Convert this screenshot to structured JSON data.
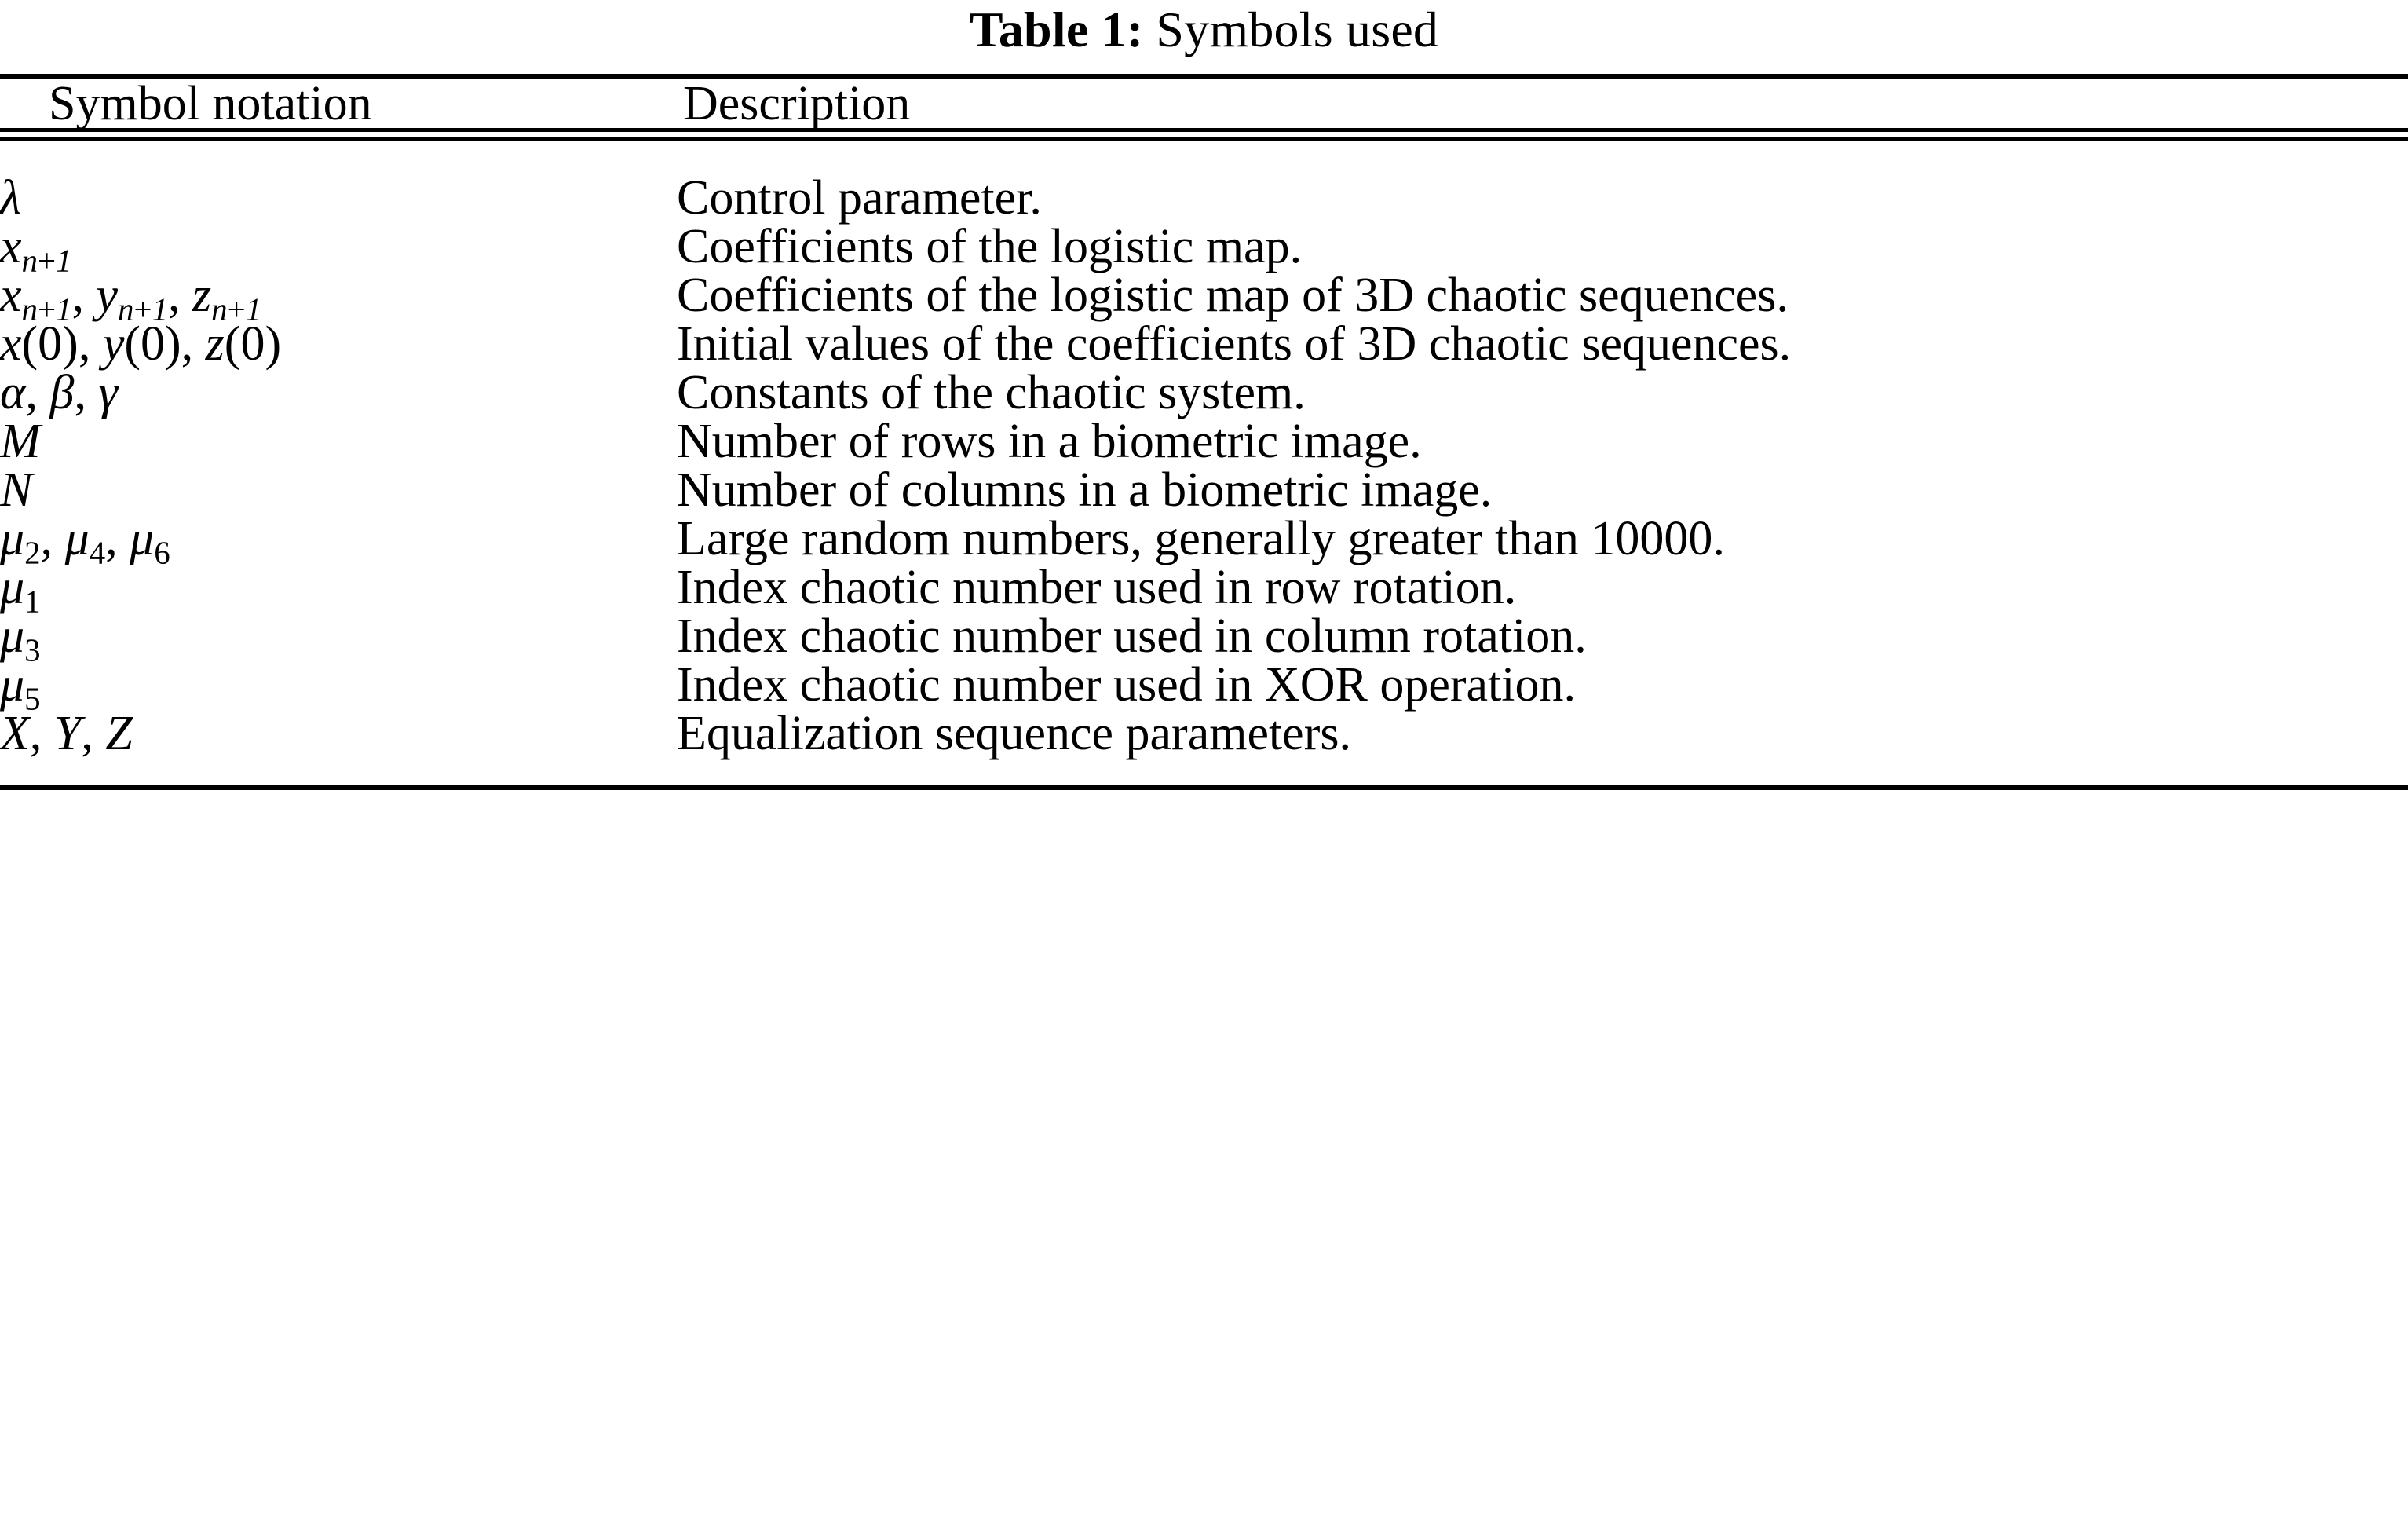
{
  "caption": {
    "label": "Table 1:",
    "text": "Symbols used"
  },
  "columns": {
    "symbol": "Symbol notation",
    "description": "Description"
  },
  "rows": [
    {
      "symbol": "λ",
      "symbol_plain": "λ",
      "description": "Control parameter."
    },
    {
      "symbol": "x_{n+1}",
      "symbol_plain": "xₙ₊₁",
      "description": "Coefficients of the logistic map."
    },
    {
      "symbol": "x_{n+1}, y_{n+1}, z_{n+1}",
      "symbol_plain": "xₙ₊₁, yₙ₊₁, zₙ₊₁",
      "description": "Coefficients of the logistic map of 3D chaotic sequences."
    },
    {
      "symbol": "x(0), y(0), z(0)",
      "symbol_plain": "x(0), y(0), z(0)",
      "description": "Initial values of the coefficients of 3D chaotic sequences."
    },
    {
      "symbol": "α, β, γ",
      "symbol_plain": "α, β, γ",
      "description": "Constants of the chaotic system."
    },
    {
      "symbol": "M",
      "symbol_plain": "M",
      "description": "Number of rows in a biometric image."
    },
    {
      "symbol": "N",
      "symbol_plain": "N",
      "description": "Number of columns in a biometric image."
    },
    {
      "symbol": "μ_2, μ_4, μ_6",
      "symbol_plain": "μ₂, μ₄, μ₆",
      "description": "Large random numbers, generally greater than 10000."
    },
    {
      "symbol": "μ_1",
      "symbol_plain": "μ₁",
      "description": "Index chaotic number used in row rotation."
    },
    {
      "symbol": "μ_3",
      "symbol_plain": "μ₃",
      "description": "Index chaotic number used in column rotation."
    },
    {
      "symbol": "μ_5",
      "symbol_plain": "μ₅",
      "description": "Index chaotic number used in XOR operation."
    },
    {
      "symbol": "X, Y, Z",
      "symbol_plain": "X, Y, Z",
      "description": "Equalization sequence parameters."
    }
  ],
  "symbol_parts": {
    "r0": {
      "base": "λ",
      "sub": ""
    },
    "r1": {
      "base": "x",
      "sub": "n+1"
    },
    "r2": [
      {
        "base": "x",
        "sub": "n+1"
      },
      {
        "base": "y",
        "sub": "n+1"
      },
      {
        "base": "z",
        "sub": "n+1"
      }
    ],
    "r3": [
      {
        "base": "x",
        "sub": ""
      },
      {
        "base": "y",
        "sub": ""
      },
      {
        "base": "z",
        "sub": ""
      }
    ],
    "r4": [
      {
        "base": "α",
        "sub": ""
      },
      {
        "base": "β",
        "sub": ""
      },
      {
        "base": "γ",
        "sub": ""
      }
    ],
    "r5": {
      "base": "M",
      "sub": ""
    },
    "r6": {
      "base": "N",
      "sub": ""
    },
    "r7": [
      {
        "base": "μ",
        "sub": "2"
      },
      {
        "base": "μ",
        "sub": "4"
      },
      {
        "base": "μ",
        "sub": "6"
      }
    ],
    "r8": {
      "base": "μ",
      "sub": "1"
    },
    "r9": {
      "base": "μ",
      "sub": "3"
    },
    "r10": {
      "base": "μ",
      "sub": "5"
    },
    "r11": [
      {
        "base": "X",
        "sub": ""
      },
      {
        "base": "Y",
        "sub": ""
      },
      {
        "base": "Z",
        "sub": ""
      }
    ]
  },
  "colors": {
    "text": "#000000",
    "background": "#ffffff",
    "rule": "#000000"
  }
}
